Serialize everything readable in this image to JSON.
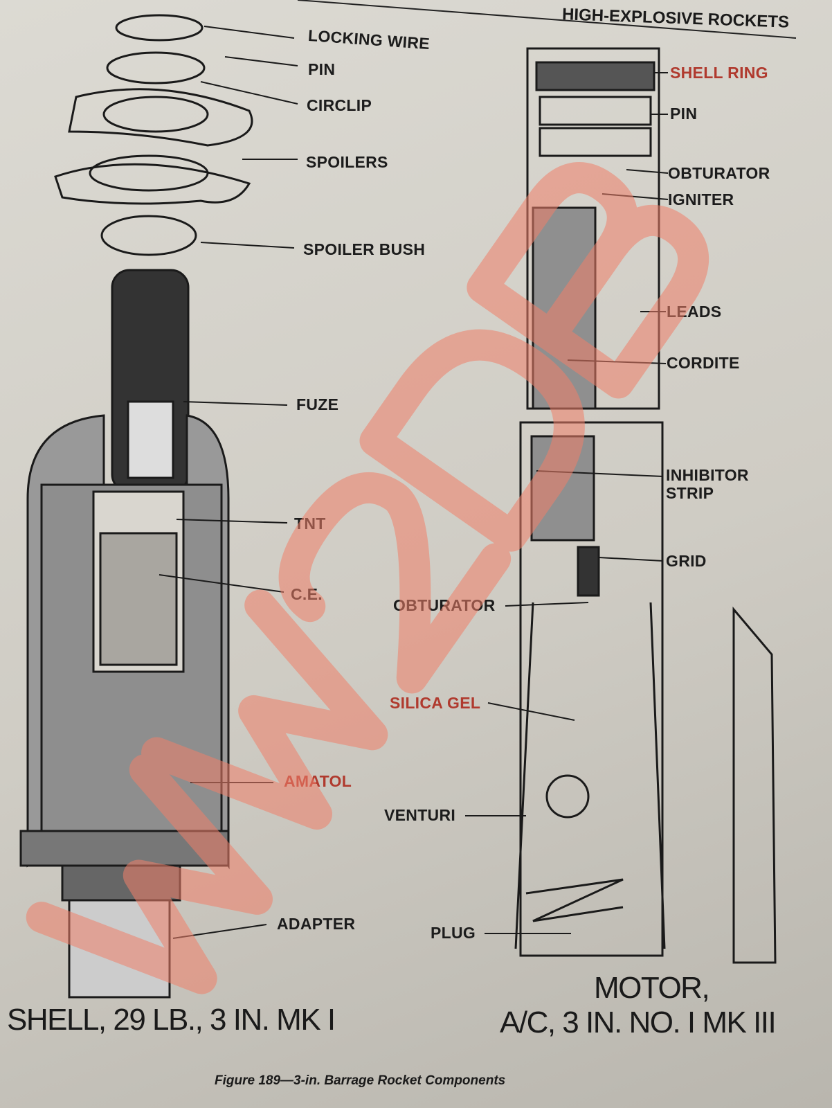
{
  "header": "HIGH-EXPLOSIVE ROCKETS",
  "shell": {
    "title": "SHELL, 29 LB., 3 IN. MK I",
    "labels": [
      "LOCKING WIRE",
      "PIN",
      "CIRCLIP",
      "SPOILERS",
      "SPOILER BUSH",
      "FUZE",
      "TNT",
      "C.E.",
      "AMATOL",
      "ADAPTER"
    ]
  },
  "motor": {
    "title_line1": "MOTOR,",
    "title_line2": "A/C, 3 IN. NO. I MK III",
    "labels": [
      "SHELL RING",
      "PIN",
      "OBTURATOR",
      "IGNITER",
      "LEADS",
      "CORDITE",
      "INHIBITOR",
      "STRIP",
      "GRID",
      "OBTURATOR",
      "SILICA GEL",
      "VENTURI",
      "PLUG"
    ]
  },
  "caption": "Figure 189—3-in. Barrage Rocket Components",
  "watermark": "WW2DB",
  "colors": {
    "paper": "#d6d3cb",
    "ink": "#1a1a1a",
    "watermark": "#f0806a"
  }
}
